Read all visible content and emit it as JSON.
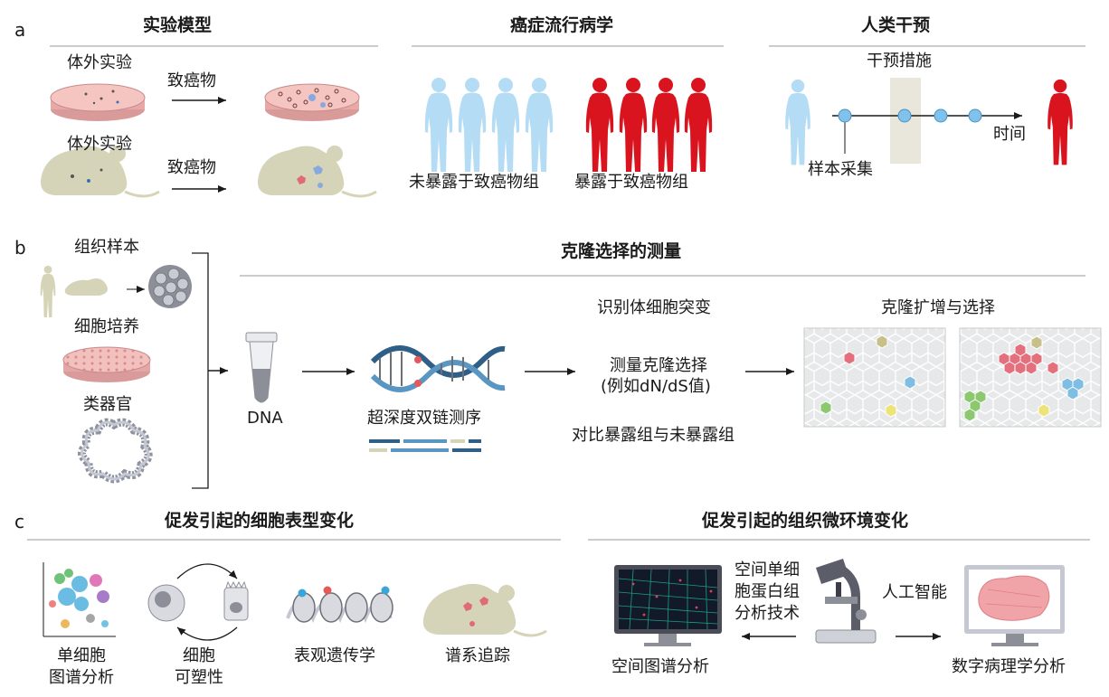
{
  "colors": {
    "unexposed": "#b5dcf5",
    "exposed": "#d9141e",
    "timeline_node": "#7fc3ec",
    "tissue": "#d5d4b8",
    "dish": "#f3b7b5",
    "hex_red": "#e3707c",
    "hex_green": "#8cc870",
    "hex_blue": "#7fbde3",
    "hex_yellow": "#ece479"
  },
  "panel_a": {
    "letter": "a",
    "models": {
      "title": "实验模型",
      "in_vitro_label_1": "体外实验",
      "in_vitro_label_2": "体外实验",
      "arrow_label_1": "致癌物",
      "arrow_label_2": "致癌物"
    },
    "epidemiology": {
      "title": "癌症流行病学",
      "unexposed_label": "未暴露于致癌物组",
      "exposed_label": "暴露于致癌物组"
    },
    "intervention": {
      "title": "人类干预",
      "intervention_label": "干预措施",
      "time_label": "时间",
      "sampling_label": "样本采集"
    }
  },
  "panel_b": {
    "letter": "b",
    "title": "克隆选择的测量",
    "tissue_sample": "组织样本",
    "cell_culture": "细胞培养",
    "organoid": "类器官",
    "dna": "DNA",
    "sequencing": "超深度双链测序",
    "identify": "识别体细胞突变",
    "measure_line1": "测量克隆选择",
    "measure_line2": "(例如dN/dS值)",
    "compare": "对比暴露组与未暴露组",
    "clonal_title": "克隆扩增与选择"
  },
  "panel_c": {
    "letter": "c",
    "phenotype_title": "促发引起的细胞表型变化",
    "microenv_title": "促发引起的组织微环境变化",
    "single_cell_line1": "单细胞",
    "single_cell_line2": "图谱分析",
    "plasticity_line1": "细胞",
    "plasticity_line2": "可塑性",
    "epigenetics": "表观遗传学",
    "lineage": "谱系追踪",
    "spatial_tech_line1": "空间单细",
    "spatial_tech_line2": "胞蛋白组",
    "spatial_tech_line3": "分析技术",
    "ai": "人工智能",
    "spatial_analysis": "空间图谱分析",
    "digital_pathology": "数字病理学分析"
  }
}
